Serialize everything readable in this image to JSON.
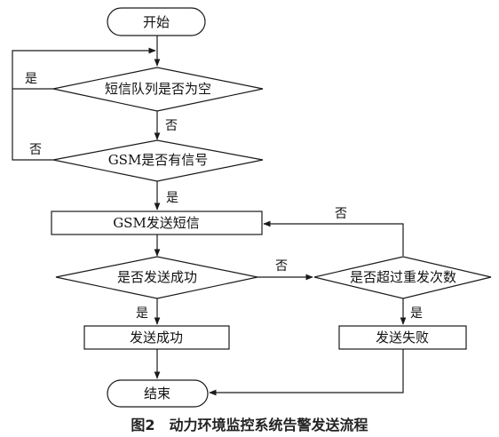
{
  "nodes": {
    "start": "开始",
    "queue_empty": "短信队列是否为空",
    "gsm_signal": "GSM是否有信号",
    "gsm_send": "GSM发送短信",
    "send_success": "是否发送成功",
    "exceed_retry": "是否超过重发次数",
    "sent_ok": "发送成功",
    "sent_fail": "发送失败",
    "end": "结束"
  },
  "edges": {
    "queue_yes": "是",
    "queue_no": "否",
    "signal_no": "否",
    "signal_yes": "是",
    "retry_no": "否",
    "success_no": "否",
    "success_yes": "是",
    "exceed_yes": "是"
  },
  "caption": "图2　动力环境监控系统告警发送流程"
}
